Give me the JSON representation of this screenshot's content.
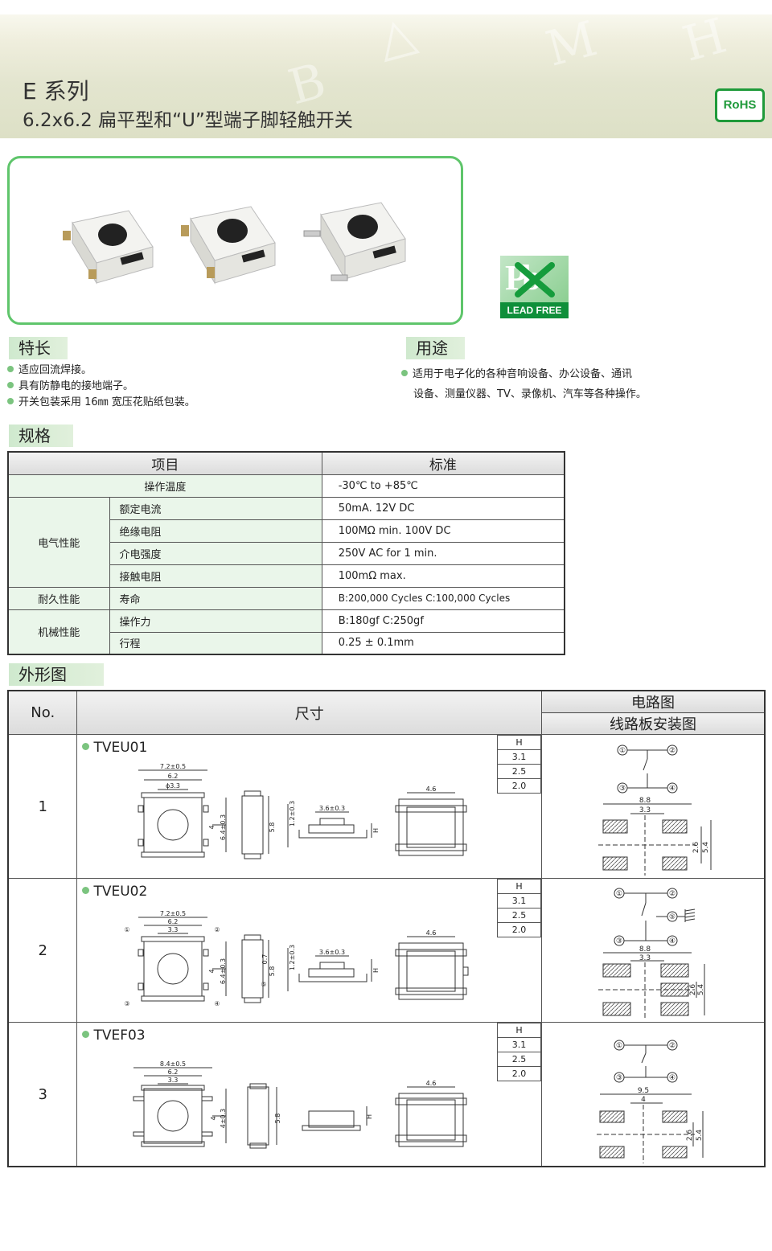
{
  "header": {
    "series": "E 系列",
    "subtitle": "6.2x6.2 扁平型和“U”型端子脚轻触开关",
    "rohs": "RoHS",
    "lead_free": "LEAD FREE"
  },
  "features": {
    "title": "特长",
    "items": [
      "适应回流焊接。",
      "具有防静电的接地端子。",
      "开关包装采用 16㎜ 宽压花贴纸包装。"
    ]
  },
  "applications": {
    "title": "用途",
    "lines": [
      "适用于电子化的各种音响设备、办公设备、通讯",
      "设备、测量仪器、TV、录像机、汽车等各种操作。"
    ]
  },
  "spec": {
    "title": "规格",
    "col_item": "项目",
    "col_std": "标准",
    "op_temp_label": "操作温度",
    "op_temp": "-30℃ to +85℃",
    "elec": "电气性能",
    "rated_current_label": "额定电流",
    "rated_current": "50mA. 12V DC",
    "insulation_label": "绝缘电阻",
    "insulation": "100MΩ min. 100V DC",
    "dielectric_label": "介电强度",
    "dielectric": "250V AC for 1 min.",
    "contact_label": "接触电阻",
    "contact": "100mΩ max.",
    "durability": "耐久性能",
    "life_label": "寿命",
    "life": "B:200,000 Cycles    C:100,000 Cycles",
    "mech": "机械性能",
    "force_label": "操作力",
    "force": "B:180gf     C:250gf",
    "travel_label": "行程",
    "travel": "0.25 ± 0.1mm"
  },
  "outline": {
    "title": "外形图",
    "col_no": "No.",
    "col_dim": "尺寸",
    "col_circuit": "电路图",
    "col_pcb": "线路板安装图",
    "h_label": "H",
    "h_values": [
      "3.1",
      "2.5",
      "2.0"
    ],
    "rows": [
      {
        "no": "1",
        "model": "TVEU01",
        "w": "7.2±0.5",
        "inner": "6.2",
        "dia": "ϕ3.3",
        "h1": "4",
        "h2": "6.4±0.3",
        "side": "5.8",
        "t": "1.2±0.3",
        "s": "3.6±0.3",
        "top": "4.6",
        "pw": "8.8",
        "pi": "3.3",
        "pa": "2.6",
        "pb": "5.4"
      },
      {
        "no": "2",
        "model": "TVEU02",
        "w": "7.2±0.5",
        "inner": "6.2",
        "dia": "3.3",
        "h1": "4",
        "h2": "6.4±0.3",
        "side": "5.8",
        "side2": "0.7",
        "t": "1.2±0.3",
        "s": "3.6±0.3",
        "top": "4.6",
        "pw": "8.8",
        "pi": "3.3",
        "pa": "2.6",
        "pb": "5.4"
      },
      {
        "no": "3",
        "model": "TVEF03",
        "w": "8.4±0.5",
        "inner": "6.2",
        "dia": "3.3",
        "h1": "4",
        "h2": "4±0.3",
        "side": "5.8",
        "top": "4.6",
        "pw": "9.5",
        "pi": "4",
        "pa": "2.6",
        "pb": "5.4"
      }
    ]
  },
  "pins": [
    "①",
    "②",
    "③",
    "④",
    "⑤"
  ],
  "colors": {
    "accent_green": "#7bc47f",
    "rohs_green": "#1f9a3a",
    "frame_green": "#5fc56b"
  }
}
